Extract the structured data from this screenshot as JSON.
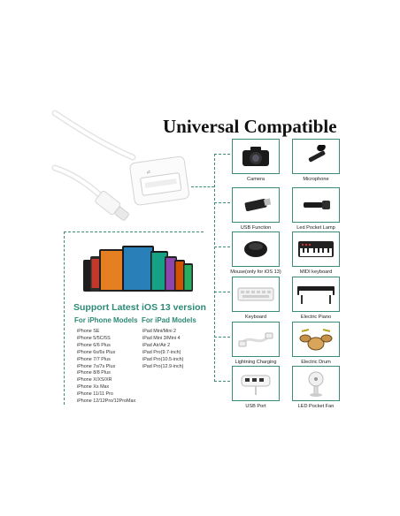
{
  "title": "Universal Compatible",
  "devices": [
    {
      "label": "Camera",
      "icon": "camera-icon"
    },
    {
      "label": "Microphone",
      "icon": "microphone-icon"
    },
    {
      "label": "USB Function",
      "icon": "usb-stick-icon"
    },
    {
      "label": "Led Pocket Lamp",
      "icon": "flashlight-icon"
    },
    {
      "label": "Mouse(only for iOS 13)",
      "icon": "mouse-icon"
    },
    {
      "label": "MIDI keyboard",
      "icon": "midi-keyboard-icon"
    },
    {
      "label": "Keyboard",
      "icon": "keyboard-icon"
    },
    {
      "label": "Electric Piano",
      "icon": "piano-icon"
    },
    {
      "label": "Lightning Charging",
      "icon": "cable-icon"
    },
    {
      "label": "Electric Drum",
      "icon": "drum-icon"
    },
    {
      "label": "USB Port",
      "icon": "usb-hub-icon"
    },
    {
      "label": "LED Pocket Fan",
      "icon": "fan-icon"
    }
  ],
  "support": {
    "title": "Support Latest iOS 13 version",
    "iphone_header": "For iPhone Models",
    "ipad_header": "For iPad Models",
    "iphone_models": [
      "iPhone SE",
      "iPhone 5/5C/5S",
      "iPhone 6/6 Plus",
      "iPhone 6s/6s Plus",
      "iPhone 7/7 Plus",
      "iPhone 7s/7s Plus",
      "iPhone 8/8 Plus",
      "iPhone X/XS/XR",
      "iPhone Xs Max",
      "iPhone 11/11 Pro",
      "iPhone 12/12Pro/12ProMax"
    ],
    "ipad_models": [
      "iPad Mini/Mini 2",
      "iPad Mini 3/Mini 4",
      "iPad Air/Air 2",
      "iPad Pro(9.7-inch)",
      "iPad Pro(10.5-inch)",
      "iPad Pro(12.9-inch)"
    ]
  },
  "colors": {
    "accent": "#2c8a76",
    "border": "#3b8c7a"
  }
}
